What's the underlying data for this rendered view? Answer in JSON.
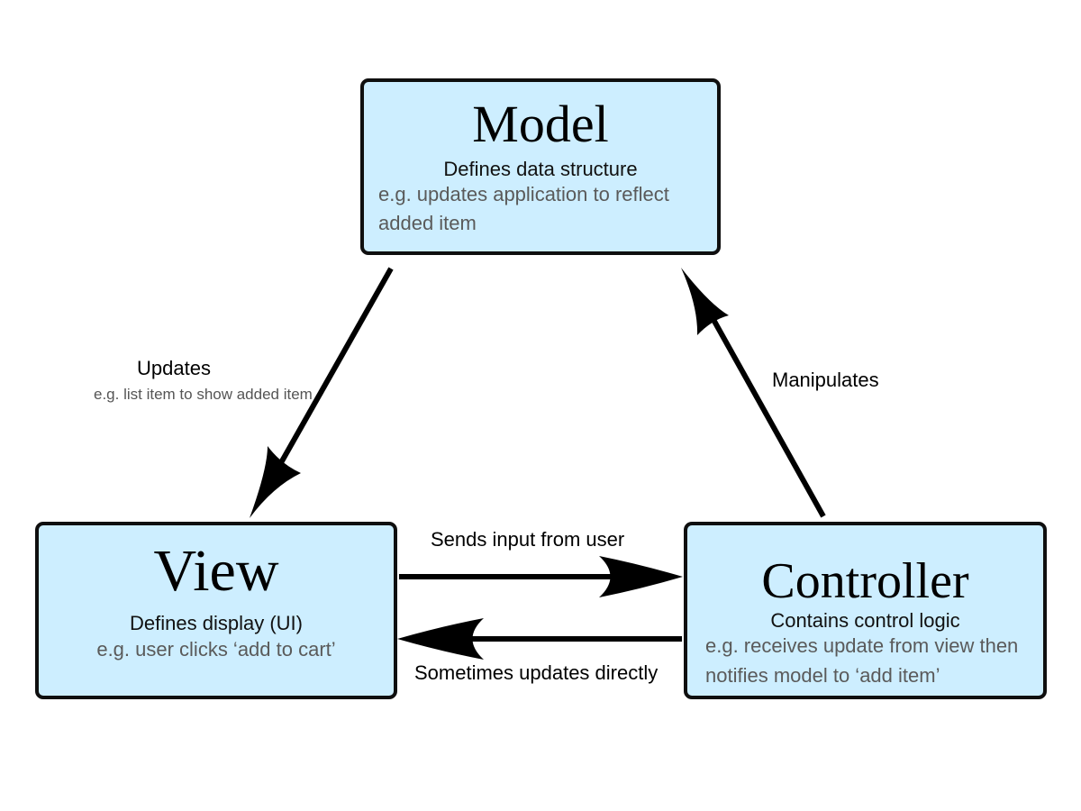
{
  "model": {
    "title": "Model",
    "description": "Defines data structure",
    "example": "e.g. updates application to reflect added item"
  },
  "view": {
    "title": "View",
    "description": "Defines display (UI)",
    "example": "e.g. user clicks ‘add to cart’"
  },
  "controller": {
    "title": "Controller",
    "description": "Contains control logic",
    "example": "e.g. receives update from view then notifies model to ‘add item’"
  },
  "arrows": {
    "model_to_view": {
      "label": "Updates",
      "sublabel": "e.g. list item to show added item"
    },
    "controller_to_model": {
      "label": "Manipulates"
    },
    "view_to_controller": {
      "label": "Sends input from user"
    },
    "controller_to_view": {
      "label": "Sometimes updates directly"
    }
  },
  "colors": {
    "box_fill": "#cdeeff",
    "box_border": "#0f0f0f",
    "example_text": "#5a5a5a"
  }
}
